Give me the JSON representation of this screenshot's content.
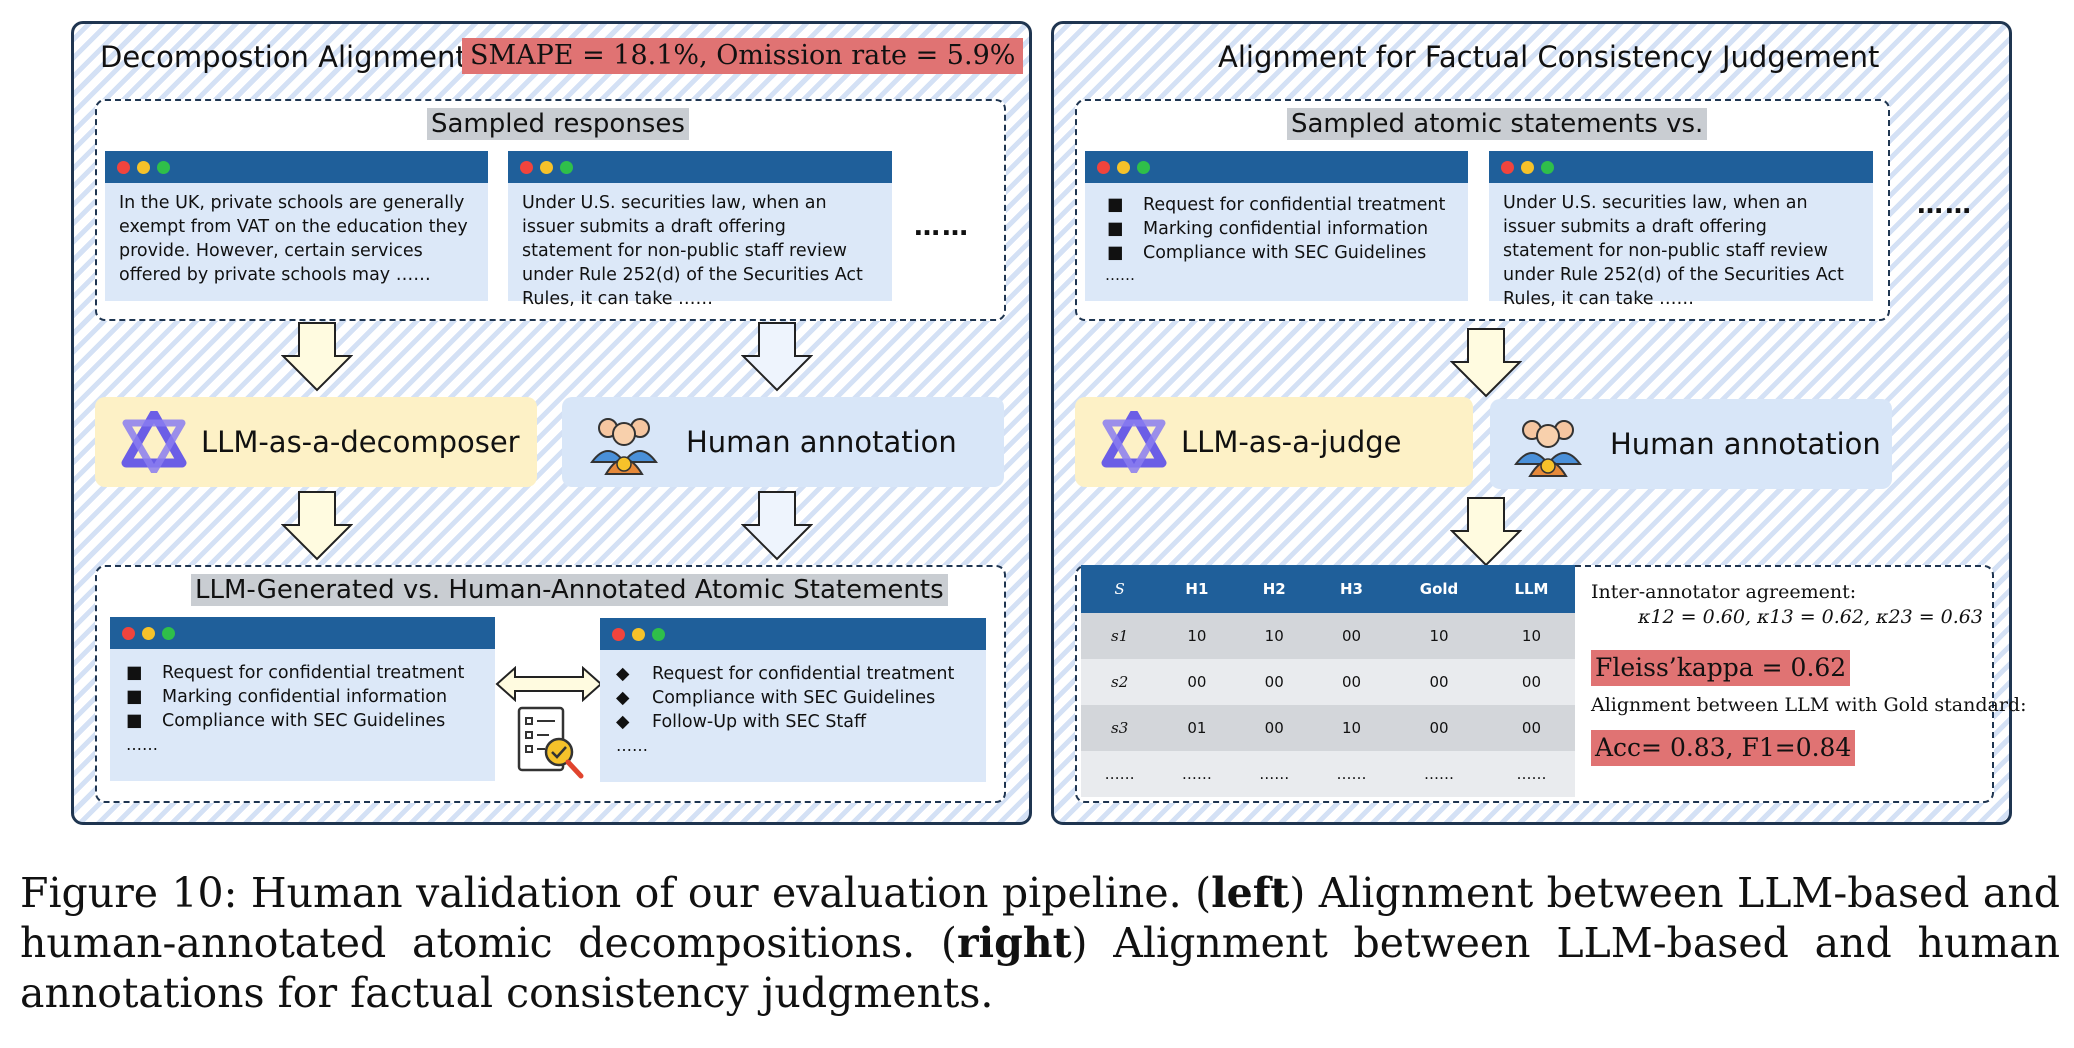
{
  "left": {
    "title": "Decompostion Alignment",
    "metric": "SMAPE  = 18.1%, Omission rate =  5.9%",
    "sampled_title": "Sampled responses",
    "response_1": "In the UK, private schools are generally exempt from VAT on the education they provide. However, certain services offered by private schools may ……",
    "response_2": "Under U.S. securities law, when an issuer submits a draft offering statement for non-public staff review under Rule 252(d) of the Securities Act Rules, it can take ……",
    "ellipsis": "……",
    "decomposer_label": "LLM-as-a-decomposer",
    "human_label": "Human annotation",
    "compare_title": "LLM-Generated vs. Human-Annotated Atomic Statements",
    "llm_statements": [
      "Request for confidential treatment",
      "Marking confidential information",
      "Compliance with SEC Guidelines"
    ],
    "human_statements": [
      "Request for confidential treatment",
      "Compliance with SEC Guidelines",
      "Follow-Up with SEC Staff"
    ],
    "more": "……"
  },
  "right": {
    "title": "Alignment for Factual Consistency Judgement",
    "sampled_title": "Sampled atomic statements vs.",
    "statements": [
      "Request for confidential treatment",
      "Marking confidential information",
      "Compliance with SEC Guidelines"
    ],
    "more": "……",
    "response": "Under U.S. securities law, when an issuer submits a draft offering statement for non-public staff review under Rule 252(d) of the Securities Act Rules, it can take ……",
    "ellipsis": "……",
    "judge_label": "LLM-as-a-judge",
    "human_label": "Human annotation",
    "table": {
      "headers": [
        "S",
        "H1",
        "H2",
        "H3",
        "Gold",
        "LLM"
      ],
      "rows": [
        {
          "s": "s1",
          "h1": "10",
          "h2": "10",
          "h3": "00",
          "gold": "10",
          "llm": "10"
        },
        {
          "s": "s2",
          "h1": "00",
          "h2": "00",
          "h3": "00",
          "gold": "00",
          "llm": "00"
        },
        {
          "s": "s3",
          "h1": "01",
          "h2": "00",
          "h3": "10",
          "gold": "00",
          "llm": "00"
        },
        {
          "s": "……",
          "h1": "……",
          "h2": "……",
          "h3": "……",
          "gold": "……",
          "llm": "……"
        }
      ]
    },
    "agreement_label": "Inter-annotator agreement:",
    "kappas": "κ12 = 0.60, κ13 = 0.62, κ23 = 0.63",
    "fleiss": "Fleiss’kappa = 0.62",
    "gold_label": "Alignment between LLM with Gold standard:",
    "acc": "Acc= 0.83, F1=0.84"
  },
  "caption": {
    "p1": "Figure 10:  Human validation of our evaluation pipeline.  (",
    "b1": "left",
    "p2": ") Alignment between LLM-based and human-annotated atomic decompositions. (",
    "b2": "right",
    "p3": ") Alignment between LLM-based and human annotations for factual consistency judgments."
  },
  "colors": {
    "border": "#1f3550",
    "window_bar": "#1f5f9a",
    "highlight": "#e07373",
    "pill_yellow": "#fdf1c6",
    "pill_blue": "#d8e6f8"
  }
}
